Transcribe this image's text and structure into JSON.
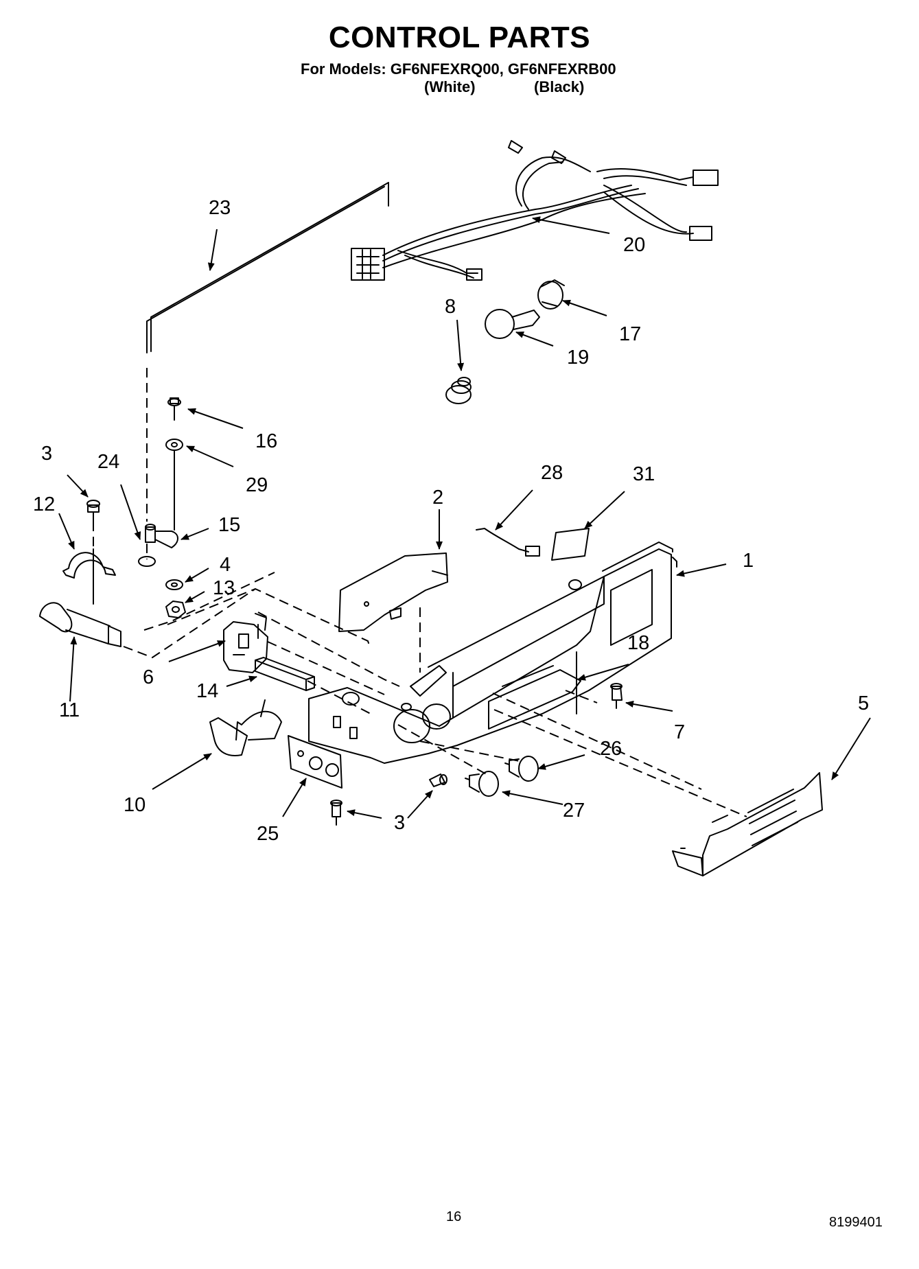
{
  "header": {
    "title": "CONTROL PARTS",
    "models": "For Models: GF6NFEXRQ00, GF6NFEXRB00",
    "color_a": "(White)",
    "color_b": "(Black)"
  },
  "callouts": [
    "23",
    "20",
    "8",
    "17",
    "19",
    "16",
    "29",
    "3",
    "24",
    "12",
    "15",
    "4",
    "13",
    "2",
    "28",
    "31",
    "1",
    "6",
    "11",
    "14",
    "18",
    "7",
    "5",
    "26",
    "10",
    "27",
    "3",
    "25"
  ],
  "footer": {
    "page_number": "16",
    "document_number": "8199401"
  }
}
